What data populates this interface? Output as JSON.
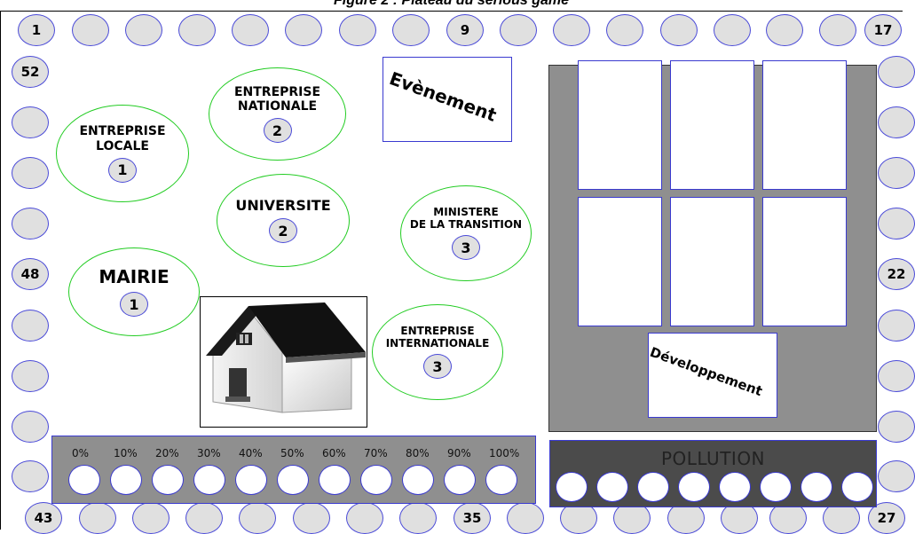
{
  "caption": "Figure 2 : Plateau du serious game",
  "track": {
    "corner_top_left": "1",
    "top_mid": "9",
    "corner_top_right": "17",
    "left_top": "52",
    "left_mid": "48",
    "right_mid": "22",
    "corner_bottom_left": "43",
    "bottom_mid": "35",
    "corner_bottom_right": "27"
  },
  "zones": {
    "entreprise_locale": {
      "name_line1": "ENTREPRISE",
      "name_line2": "LOCALE",
      "number": "1"
    },
    "entreprise_nationale": {
      "name_line1": "ENTREPRISE",
      "name_line2": "NATIONALE",
      "number": "2"
    },
    "universite": {
      "name": "UNIVERSITE",
      "number": "2"
    },
    "ministere": {
      "name_line1": "MINISTERE",
      "name_line2": "DE LA TRANSITION",
      "number": "3"
    },
    "mairie": {
      "name": "MAIRIE",
      "number": "1"
    },
    "entreprise_internationale": {
      "name_line1": "ENTREPRISE",
      "name_line2": "INTERNATIONALE",
      "number": "3"
    }
  },
  "cards": {
    "evenement": "Evènement",
    "developpement": "Développement"
  },
  "scale": {
    "labels": [
      "0%",
      "10%",
      "20%",
      "30%",
      "40%",
      "50%",
      "60%",
      "70%",
      "80%",
      "90%",
      "100%"
    ]
  },
  "pollution": {
    "title": "POLLUTION",
    "slot_count": 8
  },
  "colors": {
    "cell_fill": "#e0e0e0",
    "cell_border": "#4a4ad8",
    "zone_border": "#22cc22",
    "panel_grey": "#8f8f8f",
    "pollution_bg": "#4b4b4b"
  }
}
